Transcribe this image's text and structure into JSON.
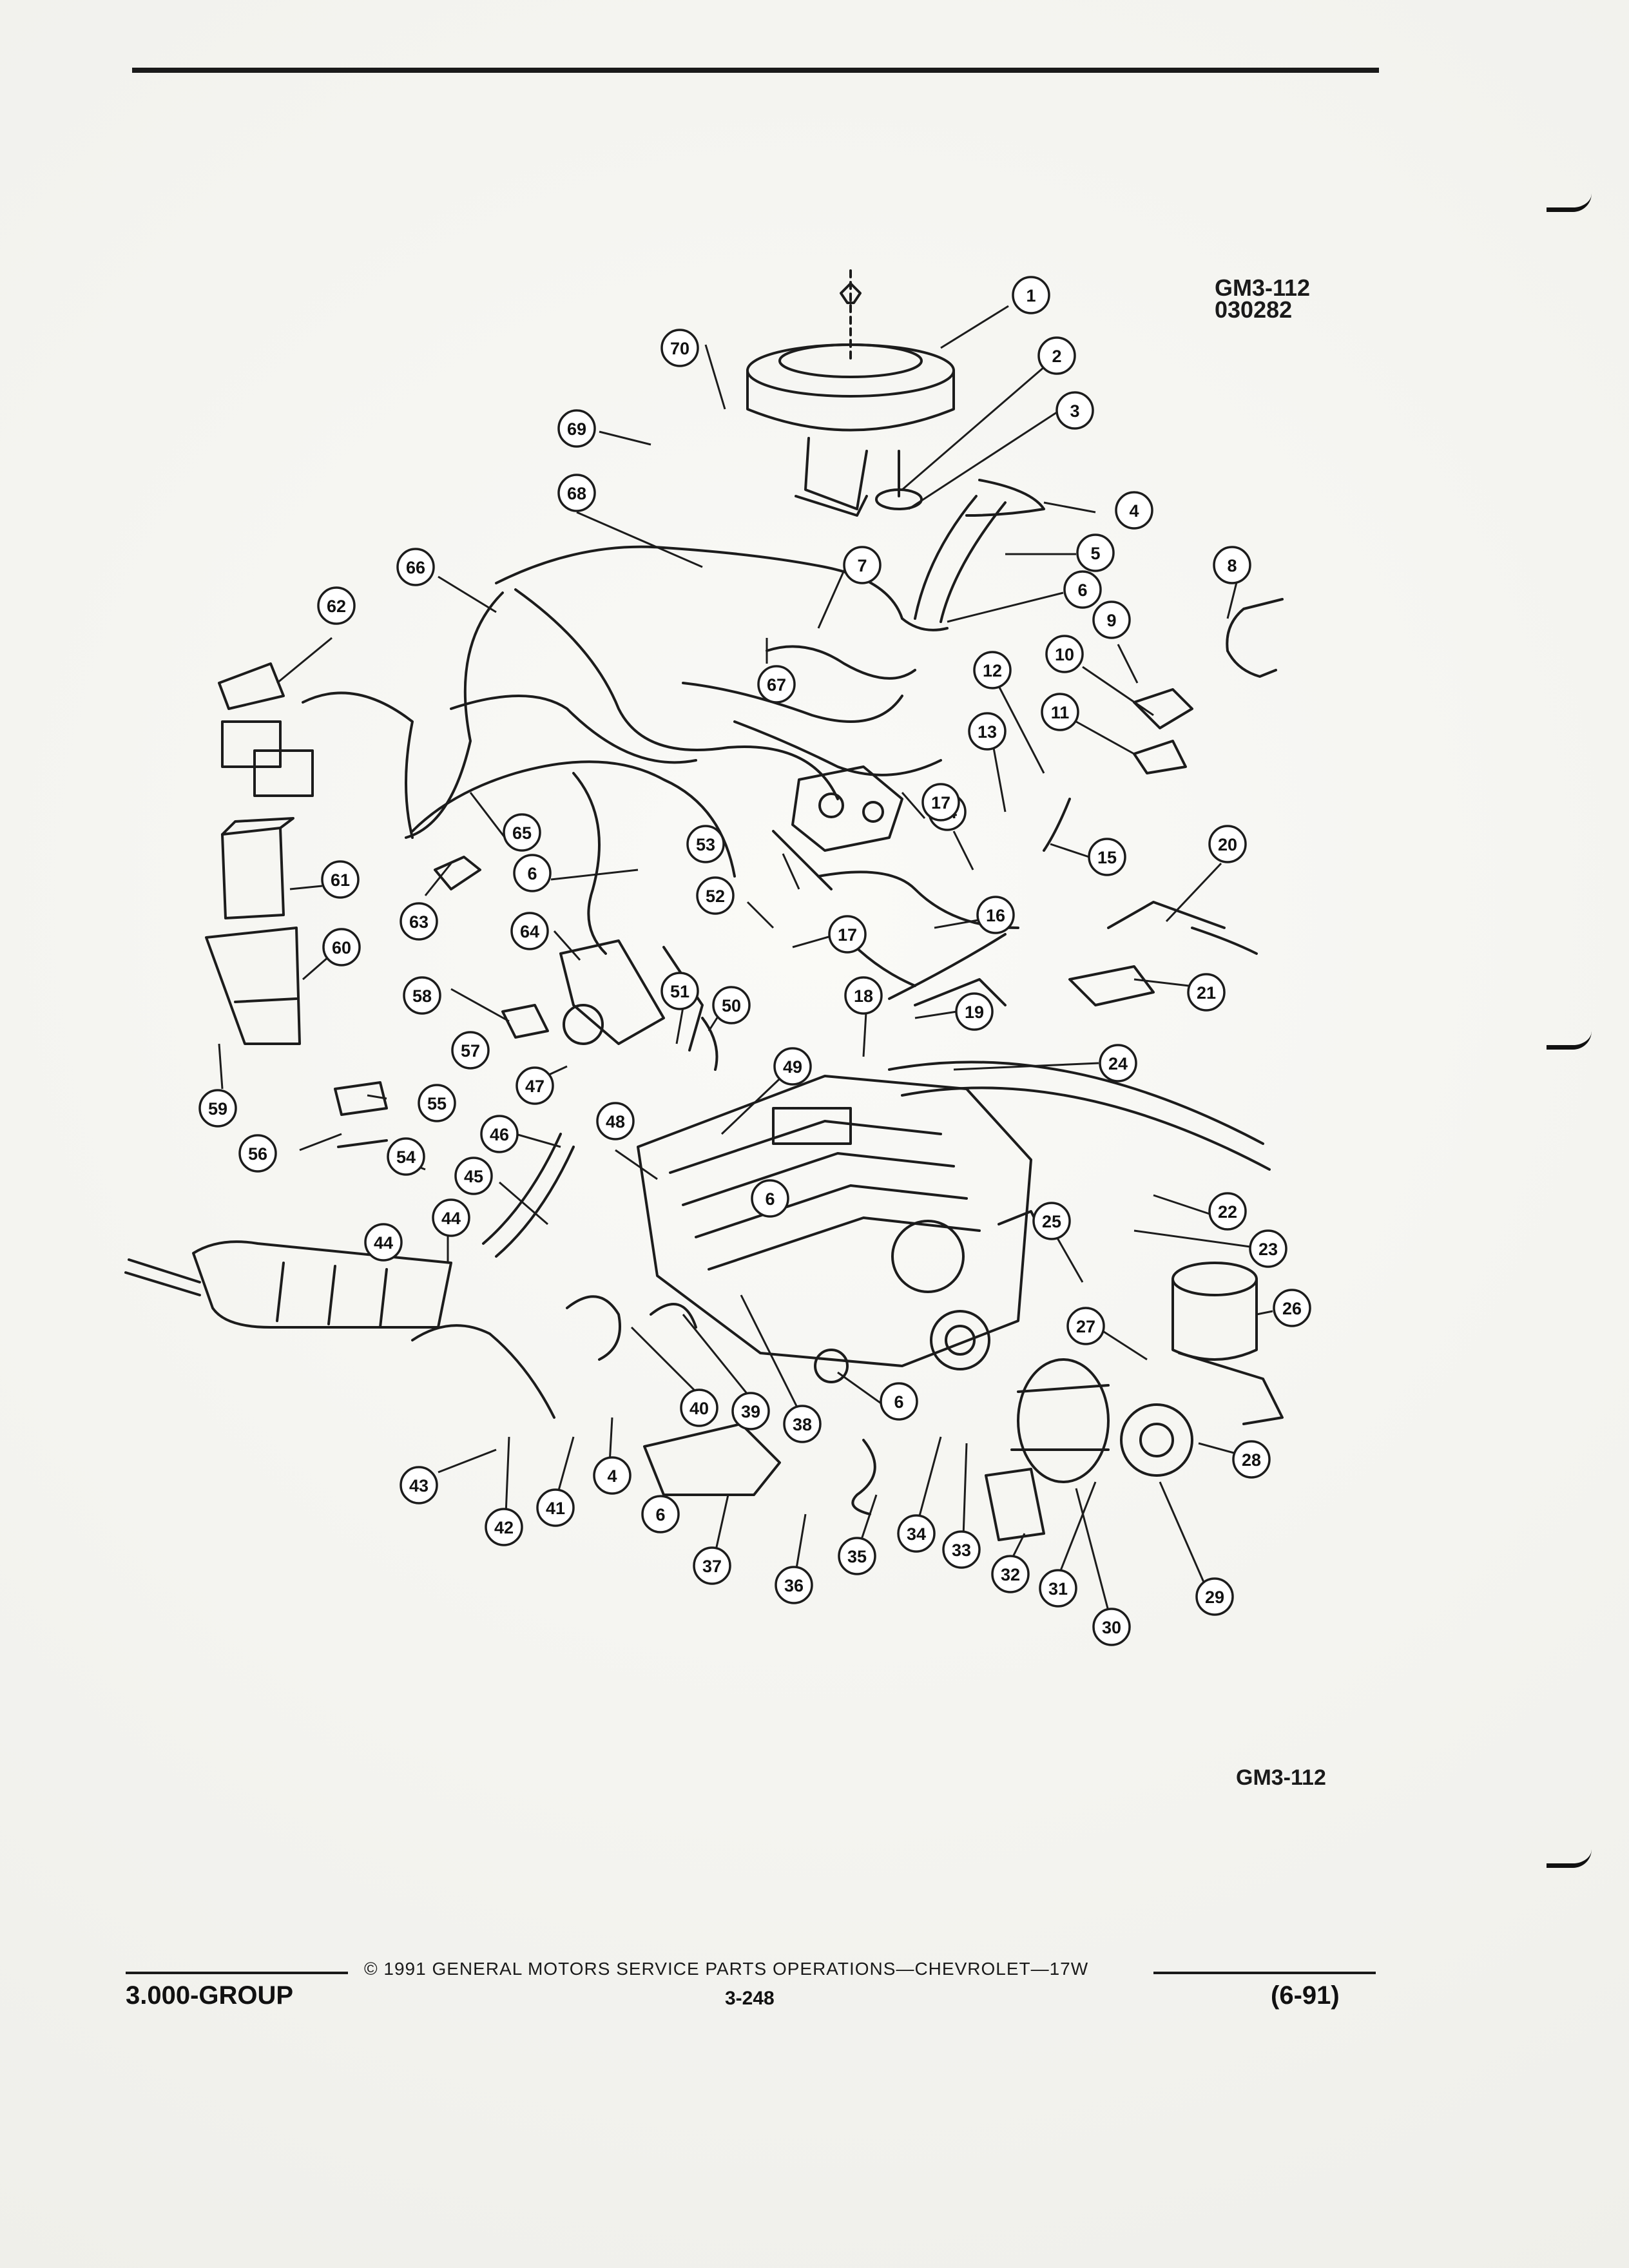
{
  "header": {
    "figure_code": "GM3-112",
    "figure_number": "030282"
  },
  "figure": {
    "code_bottom": "GM3-112",
    "callouts": [
      "1",
      "2",
      "3",
      "4",
      "5",
      "6",
      "7",
      "8",
      "9",
      "10",
      "11",
      "12",
      "13",
      "14",
      "15",
      "16",
      "17",
      "18",
      "19",
      "20",
      "21",
      "22",
      "23",
      "24",
      "25",
      "26",
      "27",
      "28",
      "29",
      "30",
      "31",
      "32",
      "33",
      "34",
      "35",
      "36",
      "37",
      "38",
      "39",
      "40",
      "41",
      "42",
      "43",
      "44",
      "45",
      "46",
      "47",
      "48",
      "49",
      "50",
      "51",
      "52",
      "53",
      "54",
      "55",
      "56",
      "57",
      "58",
      "59",
      "60",
      "61",
      "62",
      "63",
      "64",
      "65",
      "66",
      "67",
      "68",
      "69",
      "70"
    ],
    "extra_callouts": [
      "4",
      "6",
      "6",
      "6",
      "6",
      "17",
      "44"
    ]
  },
  "footer": {
    "group": "3.000-GROUP",
    "copyright": "© 1991 GENERAL MOTORS SERVICE PARTS OPERATIONS—CHEVROLET—17W",
    "page_number": "3-248",
    "revision_date": "(6-91)"
  }
}
